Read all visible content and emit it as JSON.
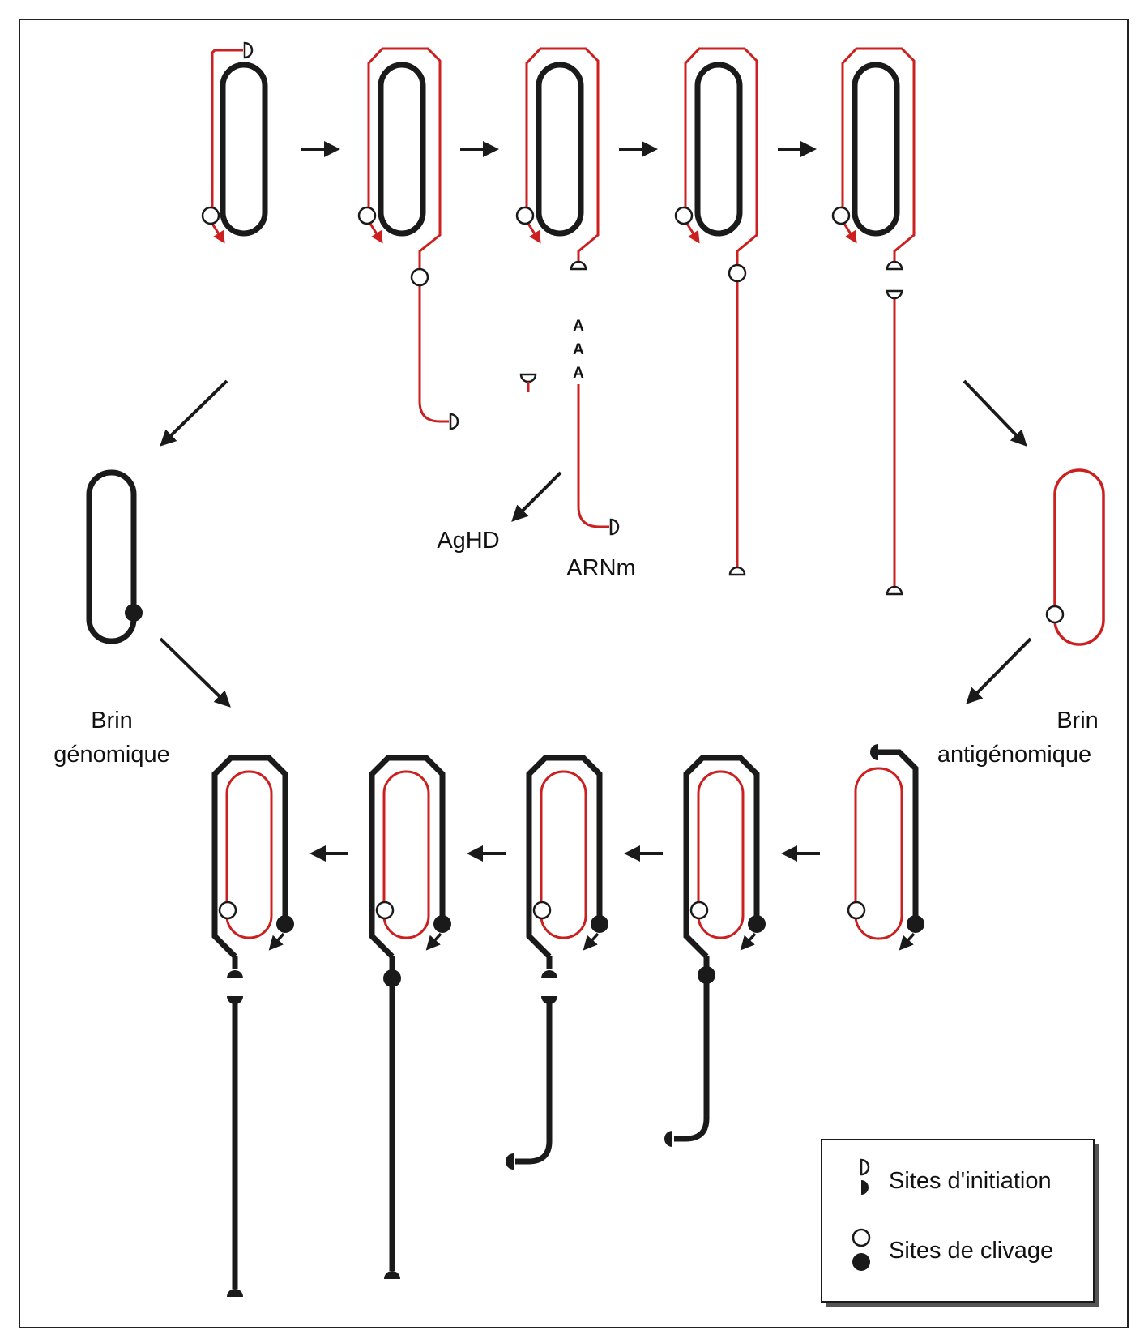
{
  "labels": {
    "aghd": "AgHD",
    "arnm": "ARNm",
    "poly_a": [
      "A",
      "A",
      "A"
    ],
    "brin_genomique": [
      "Brin",
      "génomique"
    ],
    "brin_antigenomique": [
      "Brin",
      "antigénomique"
    ]
  },
  "legend": {
    "initiation": "Sites d'initiation",
    "clivage": "Sites de clivage"
  },
  "colors": {
    "genomic_strand": "#1a1a1a",
    "antigenomic_strand": "#cc1f1f",
    "frame": "#222222",
    "background": "#ffffff"
  },
  "icons": {
    "open_circle": "cleavage-site-open-icon",
    "filled_circle": "cleavage-site-filled-icon",
    "half_open": "initiation-site-open-icon",
    "half_filled": "initiation-site-filled-icon"
  }
}
